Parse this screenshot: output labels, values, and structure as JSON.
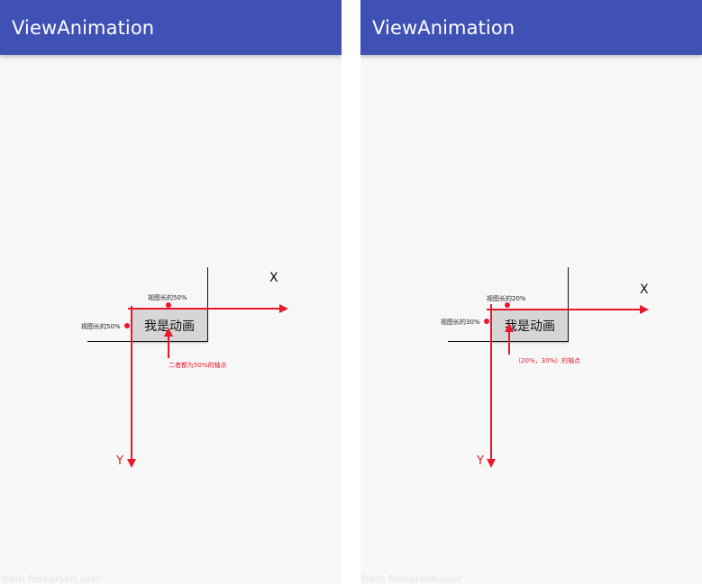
{
  "colors": {
    "app_bar": "#3f51b5",
    "app_bar_text": "#ffffff",
    "background": "#f7f7f7",
    "annotation_red": "#e8192c",
    "button_bg": "#d6d6d6"
  },
  "screens": [
    {
      "app_bar": {
        "title": "ViewAnimation"
      },
      "animated_button": {
        "label": "我是动画"
      },
      "annotations": {
        "top_pivot_label": "视图长的50%",
        "left_pivot_label": "视图长的50%",
        "pivot_note": "二者都为50%的轴点",
        "x_axis_label": "X",
        "y_axis_label": "Y"
      },
      "pivot": {
        "x_percent": 50,
        "y_percent": 50
      },
      "watermark": "from fesearson.user"
    },
    {
      "app_bar": {
        "title": "ViewAnimation"
      },
      "animated_button": {
        "label": "我是动画"
      },
      "annotations": {
        "top_pivot_label": "视图长的20%",
        "left_pivot_label": "视图长的30%",
        "pivot_note": "（20%，30%）的轴点",
        "x_axis_label": "X",
        "y_axis_label": "Y"
      },
      "pivot": {
        "x_percent": 20,
        "y_percent": 30
      },
      "watermark": "from fesearson.user"
    }
  ]
}
